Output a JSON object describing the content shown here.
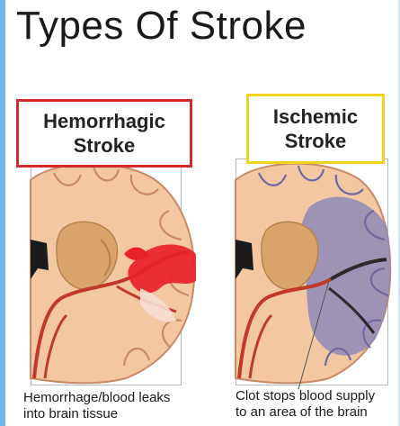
{
  "title": "Types Of Stroke",
  "panels": [
    {
      "label_line1": "Hemorrhagic",
      "label_line2": "Stroke",
      "label_color": "#d62a2a",
      "caption_line1": "Hemorrhage/blood leaks",
      "caption_line2": "into brain tissue"
    },
    {
      "label_line1": "Ischemic",
      "label_line2": "Stroke",
      "label_color": "#f0d31a",
      "caption_line1": "Clot stops blood supply",
      "caption_line2": "to an area of the brain"
    }
  ],
  "colors": {
    "brain_tissue": "#f4c7a3",
    "brain_outline": "#c98a66",
    "inner_matter": "#d9a46a",
    "vessel": "#c0392b",
    "hemorrhage": "#e8222a",
    "ischemic_area": "#8e8ab8",
    "accent_bar": "#6fb7e8"
  }
}
